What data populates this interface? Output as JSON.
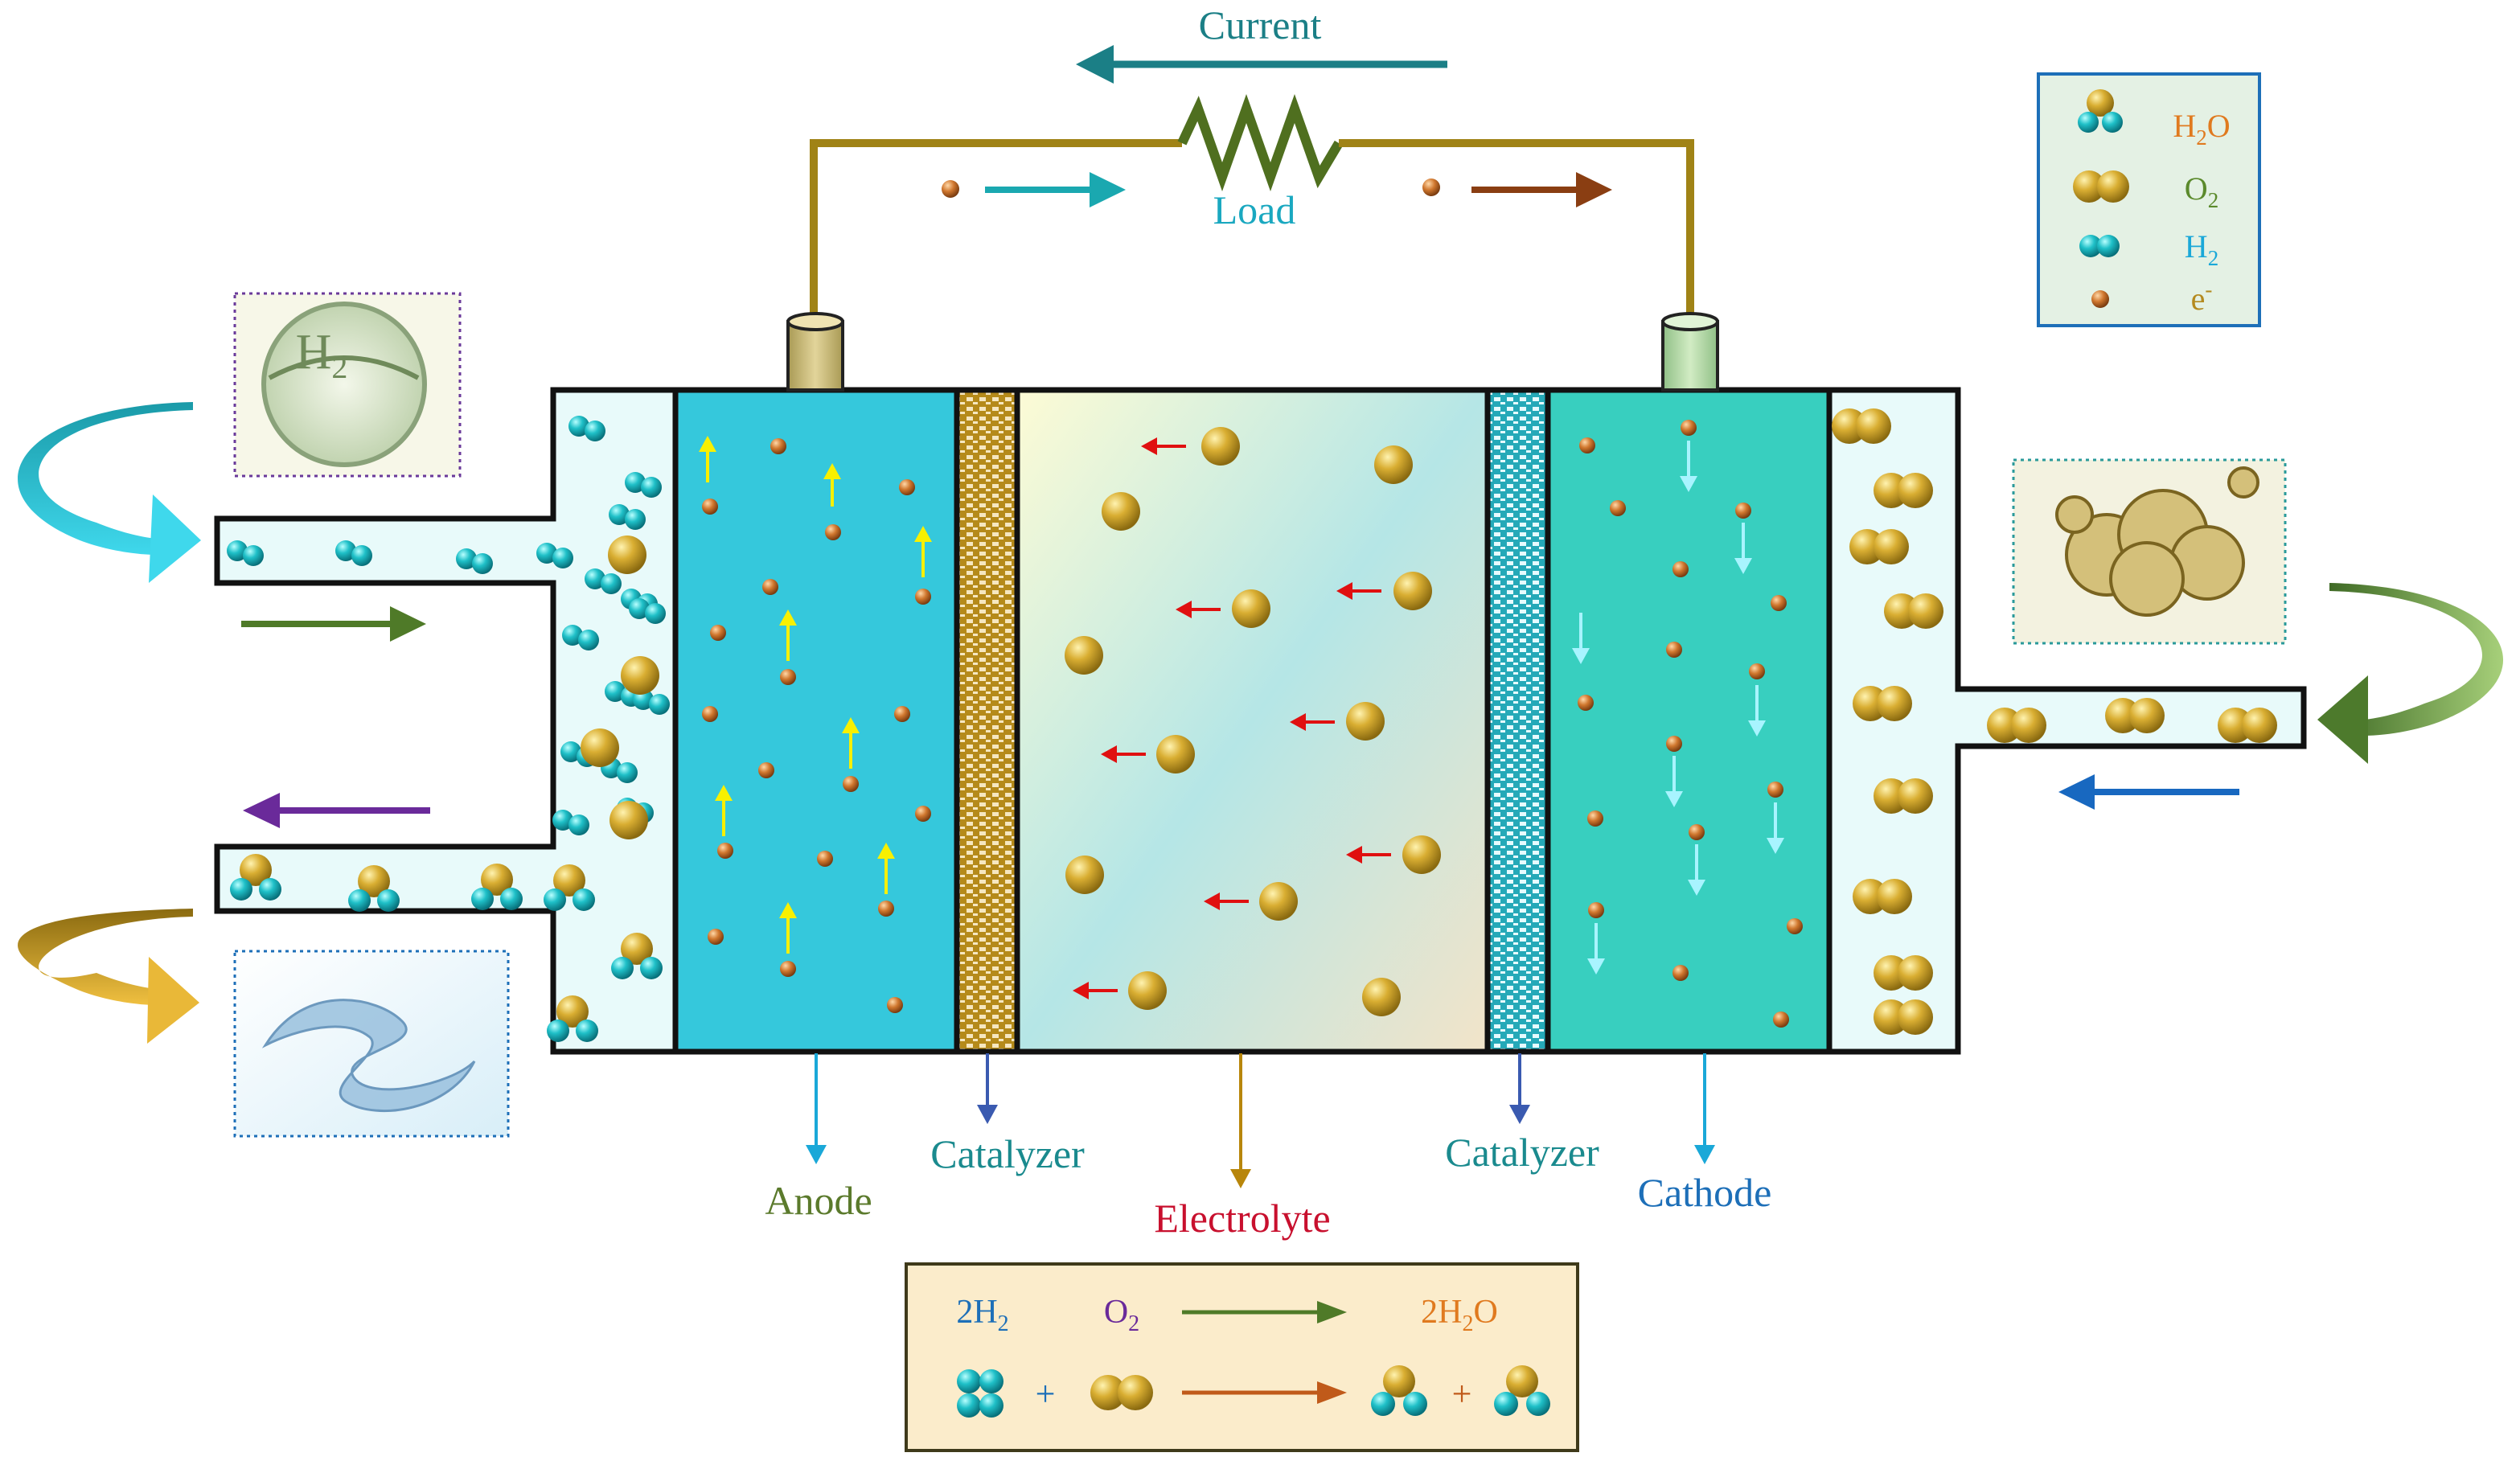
{
  "labels": {
    "current": "Current",
    "load": "Load",
    "anode": "Anode",
    "catalyzer_left": "Catalyzer",
    "electrolyte": "Electrolyte",
    "catalyzer_right": "Catalyzer",
    "cathode": "Cathode"
  },
  "inset_h2": {
    "text": "H",
    "sub": "2"
  },
  "legend": {
    "items": [
      {
        "key": "water",
        "base": "H",
        "sub": "2",
        "tail": "O",
        "sup": ""
      },
      {
        "key": "oxygen",
        "base": "O",
        "sub": "2",
        "tail": "",
        "sup": ""
      },
      {
        "key": "hydrogen",
        "base": "H",
        "sub": "2",
        "tail": "",
        "sup": ""
      },
      {
        "key": "electron",
        "base": "e",
        "sub": "",
        "tail": "",
        "sup": "-"
      }
    ]
  },
  "equation": {
    "reactant1": {
      "coef": "2",
      "base": "H",
      "sub": "2",
      "tail": ""
    },
    "reactant2": {
      "coef": "",
      "base": "O",
      "sub": "2",
      "tail": ""
    },
    "product": {
      "coef": "2",
      "base": "H",
      "sub": "2",
      "tail": "O"
    },
    "plus1": "+",
    "plus2": "+"
  },
  "colors": {
    "wire": "#a08316",
    "anode_fill": "#35c8dc",
    "cathode_fill": "#38cfbf",
    "hydrogen": "#1fb8c2",
    "oxygen": "#c9a227",
    "electron": "#c9712e",
    "current_arrow": "#1b7f86",
    "label_green": "#5b7a2c",
    "label_teal": "#1a8a8e",
    "label_red": "#c8102e",
    "label_blue": "#1d6fb8",
    "legend_water": "#e07a1f",
    "legend_oxygen": "#5b8a2c",
    "legend_hydrogen": "#1aa8d8",
    "legend_electron": "#b48a1f"
  }
}
